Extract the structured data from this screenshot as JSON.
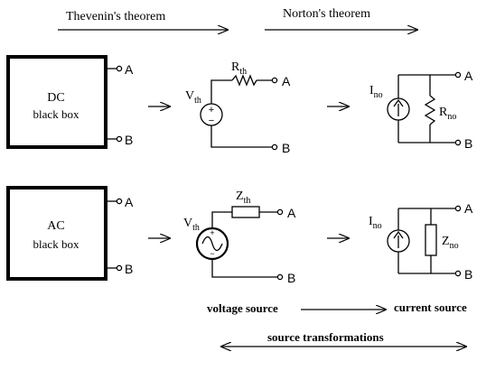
{
  "headers": {
    "thevenin": "Thevenin's theorem",
    "norton": "Norton's theorem"
  },
  "dc_box": {
    "line1": "DC",
    "line2": "black box"
  },
  "ac_box": {
    "line1": "AC",
    "line2": "black box"
  },
  "terminals": {
    "a": "A",
    "b": "B"
  },
  "thevenin_dc": {
    "v_main": "V",
    "v_sub": "th",
    "r_main": "R",
    "r_sub": "th"
  },
  "thevenin_ac": {
    "v_main": "V",
    "v_sub": "th",
    "z_main": "Z",
    "z_sub": "th"
  },
  "norton_dc": {
    "i_main": "I",
    "i_sub": "no",
    "r_main": "R",
    "r_sub": "no"
  },
  "norton_ac": {
    "i_main": "I",
    "i_sub": "no",
    "z_main": "Z",
    "z_sub": "no"
  },
  "bottom": {
    "voltage_source": "voltage source",
    "current_source": "current source",
    "source_transformations": "source transformations"
  },
  "polarity": {
    "plus": "+",
    "minus": "−"
  }
}
